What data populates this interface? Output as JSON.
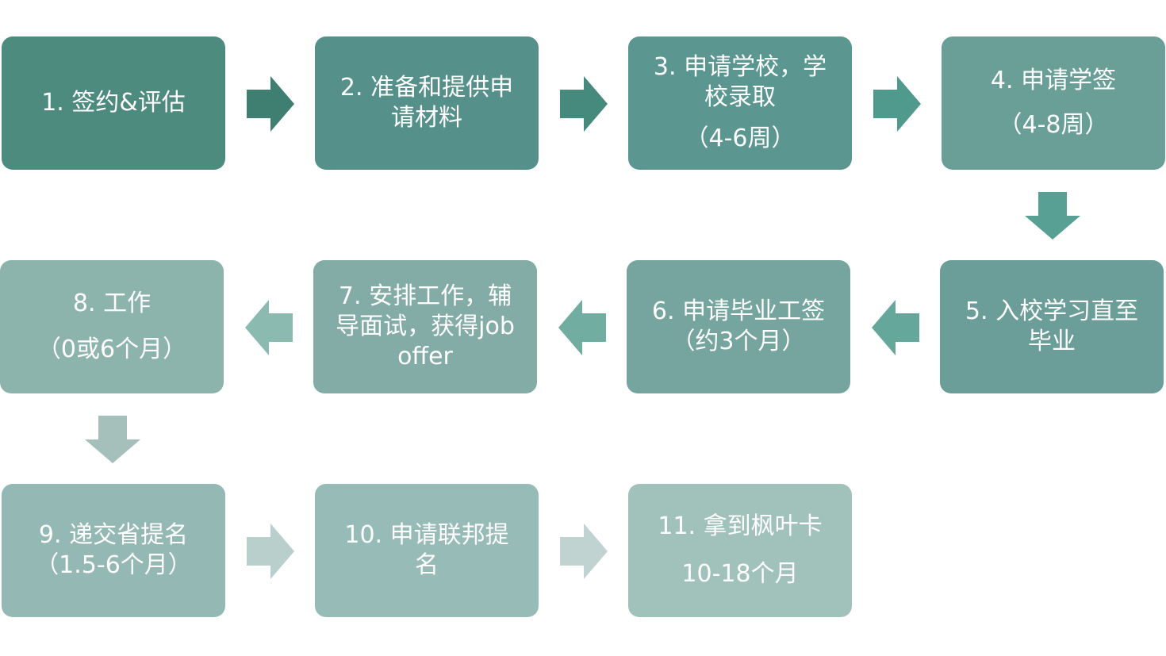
{
  "steps": [
    {
      "label": "1. 签约&评估",
      "sub": "",
      "color": "#4d8b7e"
    },
    {
      "label": "2. 准备和提供申\n请材料",
      "sub": "",
      "color": "#55908a"
    },
    {
      "label": "3. 申请学校，学\n校录取",
      "sub": "（4-6周）",
      "color": "#5b9690"
    },
    {
      "label": "4. 申请学签",
      "sub": "（4-8周）",
      "color": "#6a9f98"
    },
    {
      "label": "5. 入校学习直至\n毕业",
      "sub": "",
      "color": "#6b9e98"
    },
    {
      "label": "6. 申请毕业工签\n（约3个月）",
      "sub": "",
      "color": "#75a59e"
    },
    {
      "label": "7. 安排工作，辅\n导面试，获得job\noffer",
      "sub": "",
      "color": "#83aca6"
    },
    {
      "label": "8. 工作",
      "sub": "（0或6个月）",
      "color": "#8db3ad"
    },
    {
      "label": "9. 递交省提名\n（1.5-6个月）",
      "sub": "",
      "color": "#94b8b3"
    },
    {
      "label": "10. 申请联邦提\n名",
      "sub": "",
      "color": "#97bbb6"
    },
    {
      "label": "11. 拿到枫叶卡",
      "sub": "10-18个月",
      "color": "#a1c1bb"
    }
  ],
  "arrow_colors": {
    "a12": "#3f7f72",
    "a23": "#468a7e",
    "a34": "#4f9a8c",
    "a45": "#58a094",
    "a56": "#65a89b",
    "a67": "#72ada2",
    "a78": "#8bbab1",
    "a89": "#a5bfba",
    "a910": "#b8cfcb",
    "a1011": "#c1d3d0"
  }
}
